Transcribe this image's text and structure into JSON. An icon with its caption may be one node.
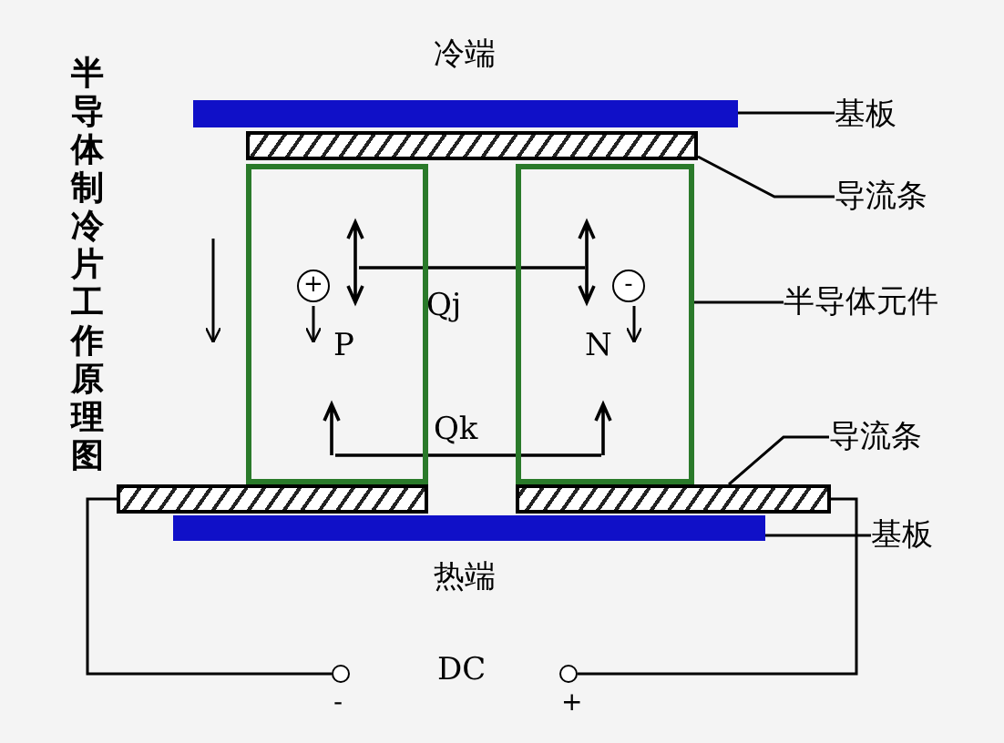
{
  "diagram": {
    "title": "半导体制冷片工作原理图",
    "nodes": [
      {
        "text": [],
        "shape": "bar"
      },
      {
        "text": [],
        "shape": "bar"
      },
      {
        "text": [
          "P"
        ]
      },
      {
        "text": [
          "+"
        ],
        "in": 2
      },
      {
        "text": [
          "N"
        ]
      },
      {
        "text": [
          "-"
        ],
        "in": 4
      },
      {
        "text": [],
        "shape": "bar"
      },
      {
        "text": [],
        "shape": "bar"
      },
      {
        "text": [],
        "shape": "bar"
      },
      {
        "text": [
          "基板"
        ]
      },
      {
        "text": [
          "导流条"
        ]
      },
      {
        "text": [
          "半导体元件"
        ]
      },
      {
        "text": [
          "导流条"
        ]
      },
      {
        "text": [
          "基板"
        ]
      },
      {
        "text": [],
        "shape": "circle",
        "beside": [
          "-"
        ]
      },
      {
        "text": [],
        "shape": "circle",
        "beside": [
          "+"
        ]
      }
    ],
    "edges": [
      {
        "from": 9,
        "to": 0,
        "arrow": "none"
      },
      {
        "from": 10,
        "to": 1,
        "arrow": "none"
      },
      {
        "from": 11,
        "to": 4,
        "arrow": "none"
      },
      {
        "from": 12,
        "to": 7,
        "arrow": "none"
      },
      {
        "from": 13,
        "to": 8,
        "arrow": "none"
      },
      {
        "from": 6,
        "to": 14,
        "arrow": "none"
      },
      {
        "from": 7,
        "to": 15,
        "arrow": "none"
      }
    ],
    "labels": [
      "冷端",
      "Qj",
      "Qk",
      "热端",
      "DC"
    ]
  }
}
